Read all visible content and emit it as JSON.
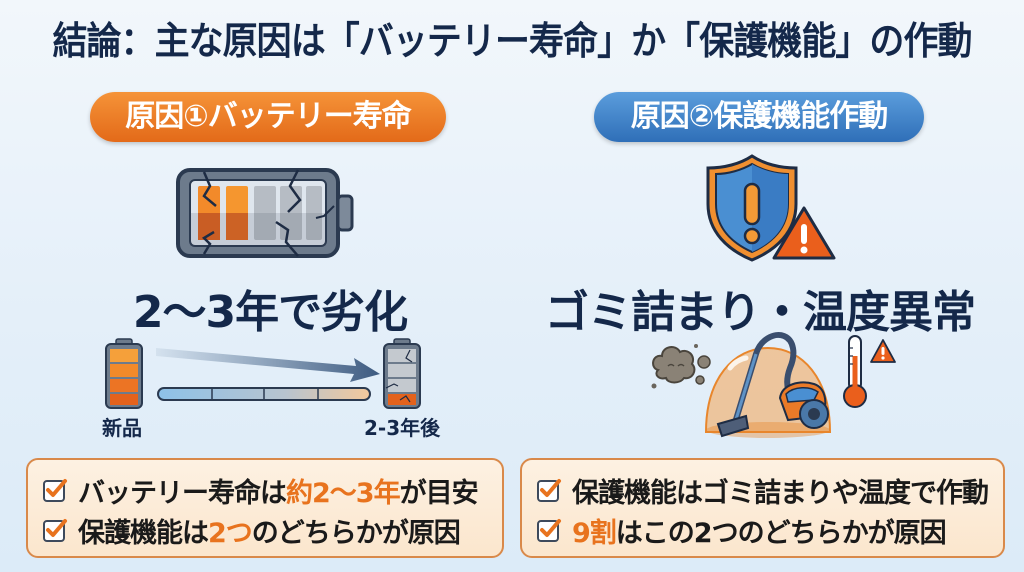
{
  "title": "結論：主な原因は「バッテリー寿命」か「保護機能」の作動",
  "cause1": {
    "pill_label": "原因①バッテリー寿命",
    "headline": "2〜3年で劣化",
    "timeline": {
      "start_label": "新品",
      "end_label": "2-3年後"
    },
    "color": "#e8731e"
  },
  "cause2": {
    "pill_label": "原因②保護機能作動",
    "headline": "ゴミ詰まり・温度異常",
    "color": "#3a7cc4"
  },
  "summary": {
    "left": [
      {
        "pre": "バッテリー寿命は",
        "highlight": "約2〜3年",
        "post": "が目安"
      },
      {
        "pre": "保護機能は",
        "highlight": "2つ",
        "post": "のどちらかが原因"
      }
    ],
    "right": [
      {
        "pre": "保護機能はゴミ詰まりや温度で作動",
        "highlight": "",
        "post": ""
      },
      {
        "pre": "",
        "highlight": "9割",
        "post": "はこの2つのどちらかが原因"
      }
    ]
  },
  "icons": {
    "broken_battery": "cracked-battery-icon",
    "shield_warning": "shield-warning-icon",
    "vacuum": "vacuum-cleaner-icon",
    "dust": "dust-cloud-icon",
    "thermometer": "thermometer-icon",
    "warning": "warning-triangle-icon",
    "check": "checkbox-checked-icon"
  },
  "colors": {
    "navy": "#14284a",
    "orange": "#e8731e",
    "blue": "#3a7cc4",
    "summary_bg": "#fbe6cd",
    "summary_border": "#d9894a"
  }
}
